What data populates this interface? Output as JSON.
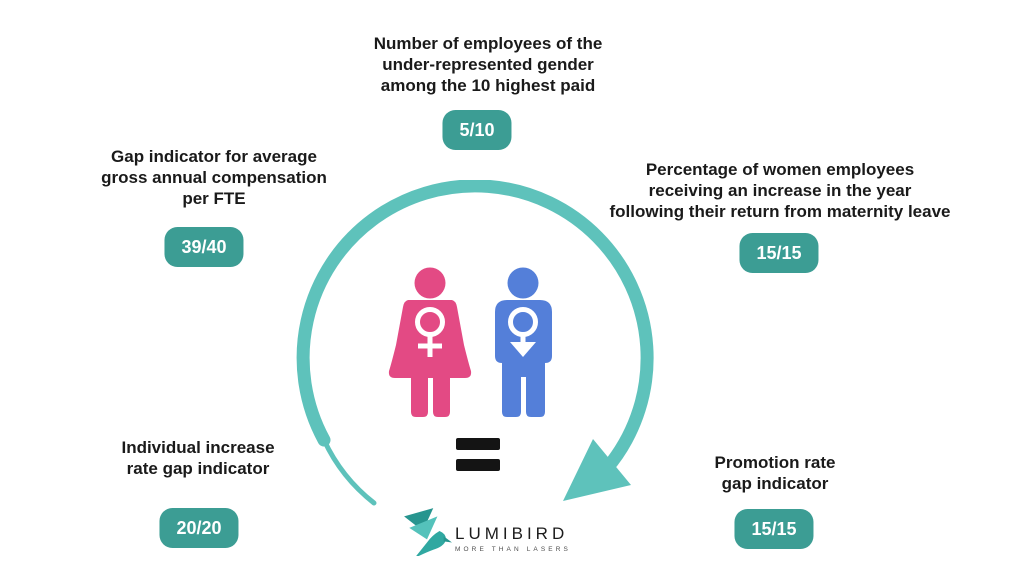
{
  "colors": {
    "badge": "#3c9d94",
    "arrow": "#5ec2bb",
    "female": "#e34a84",
    "male": "#547fd9",
    "equals": "#141414",
    "text": "#1a1a1a",
    "logo_text": "#1c1c1c",
    "logo_tagline": "#4d4d4d",
    "bird_light": "#54c2bb",
    "bird_mid": "#30a8a1",
    "bird_dark": "#27958f",
    "background": "#ffffff"
  },
  "indicators": {
    "top": {
      "label": "Number of employees of the\nunder-represented gender\namong the 10 highest paid",
      "score": "5/10"
    },
    "left": {
      "label": "Gap indicator for average\ngross annual compensation\nper FTE",
      "score": "39/40"
    },
    "right": {
      "label": "Percentage of women employees\nreceiving an increase in the year\nfollowing their return from maternity leave",
      "score": "15/15"
    },
    "bottom_left": {
      "label": "Individual increase\nrate gap indicator",
      "score": "20/20"
    },
    "bottom_right": {
      "label": "Promotion rate\ngap indicator",
      "score": "15/15"
    }
  },
  "logo": {
    "name": "LUMIBIRD",
    "tagline": "MORE THAN LASERS"
  },
  "icons": {
    "female_symbol": "♀",
    "male_symbol": "♂ (down-arrow variant)",
    "equals_sign": "=",
    "cycle_arrow": "clockwise-circular-arrow",
    "logo_bird": "hummingbird"
  }
}
